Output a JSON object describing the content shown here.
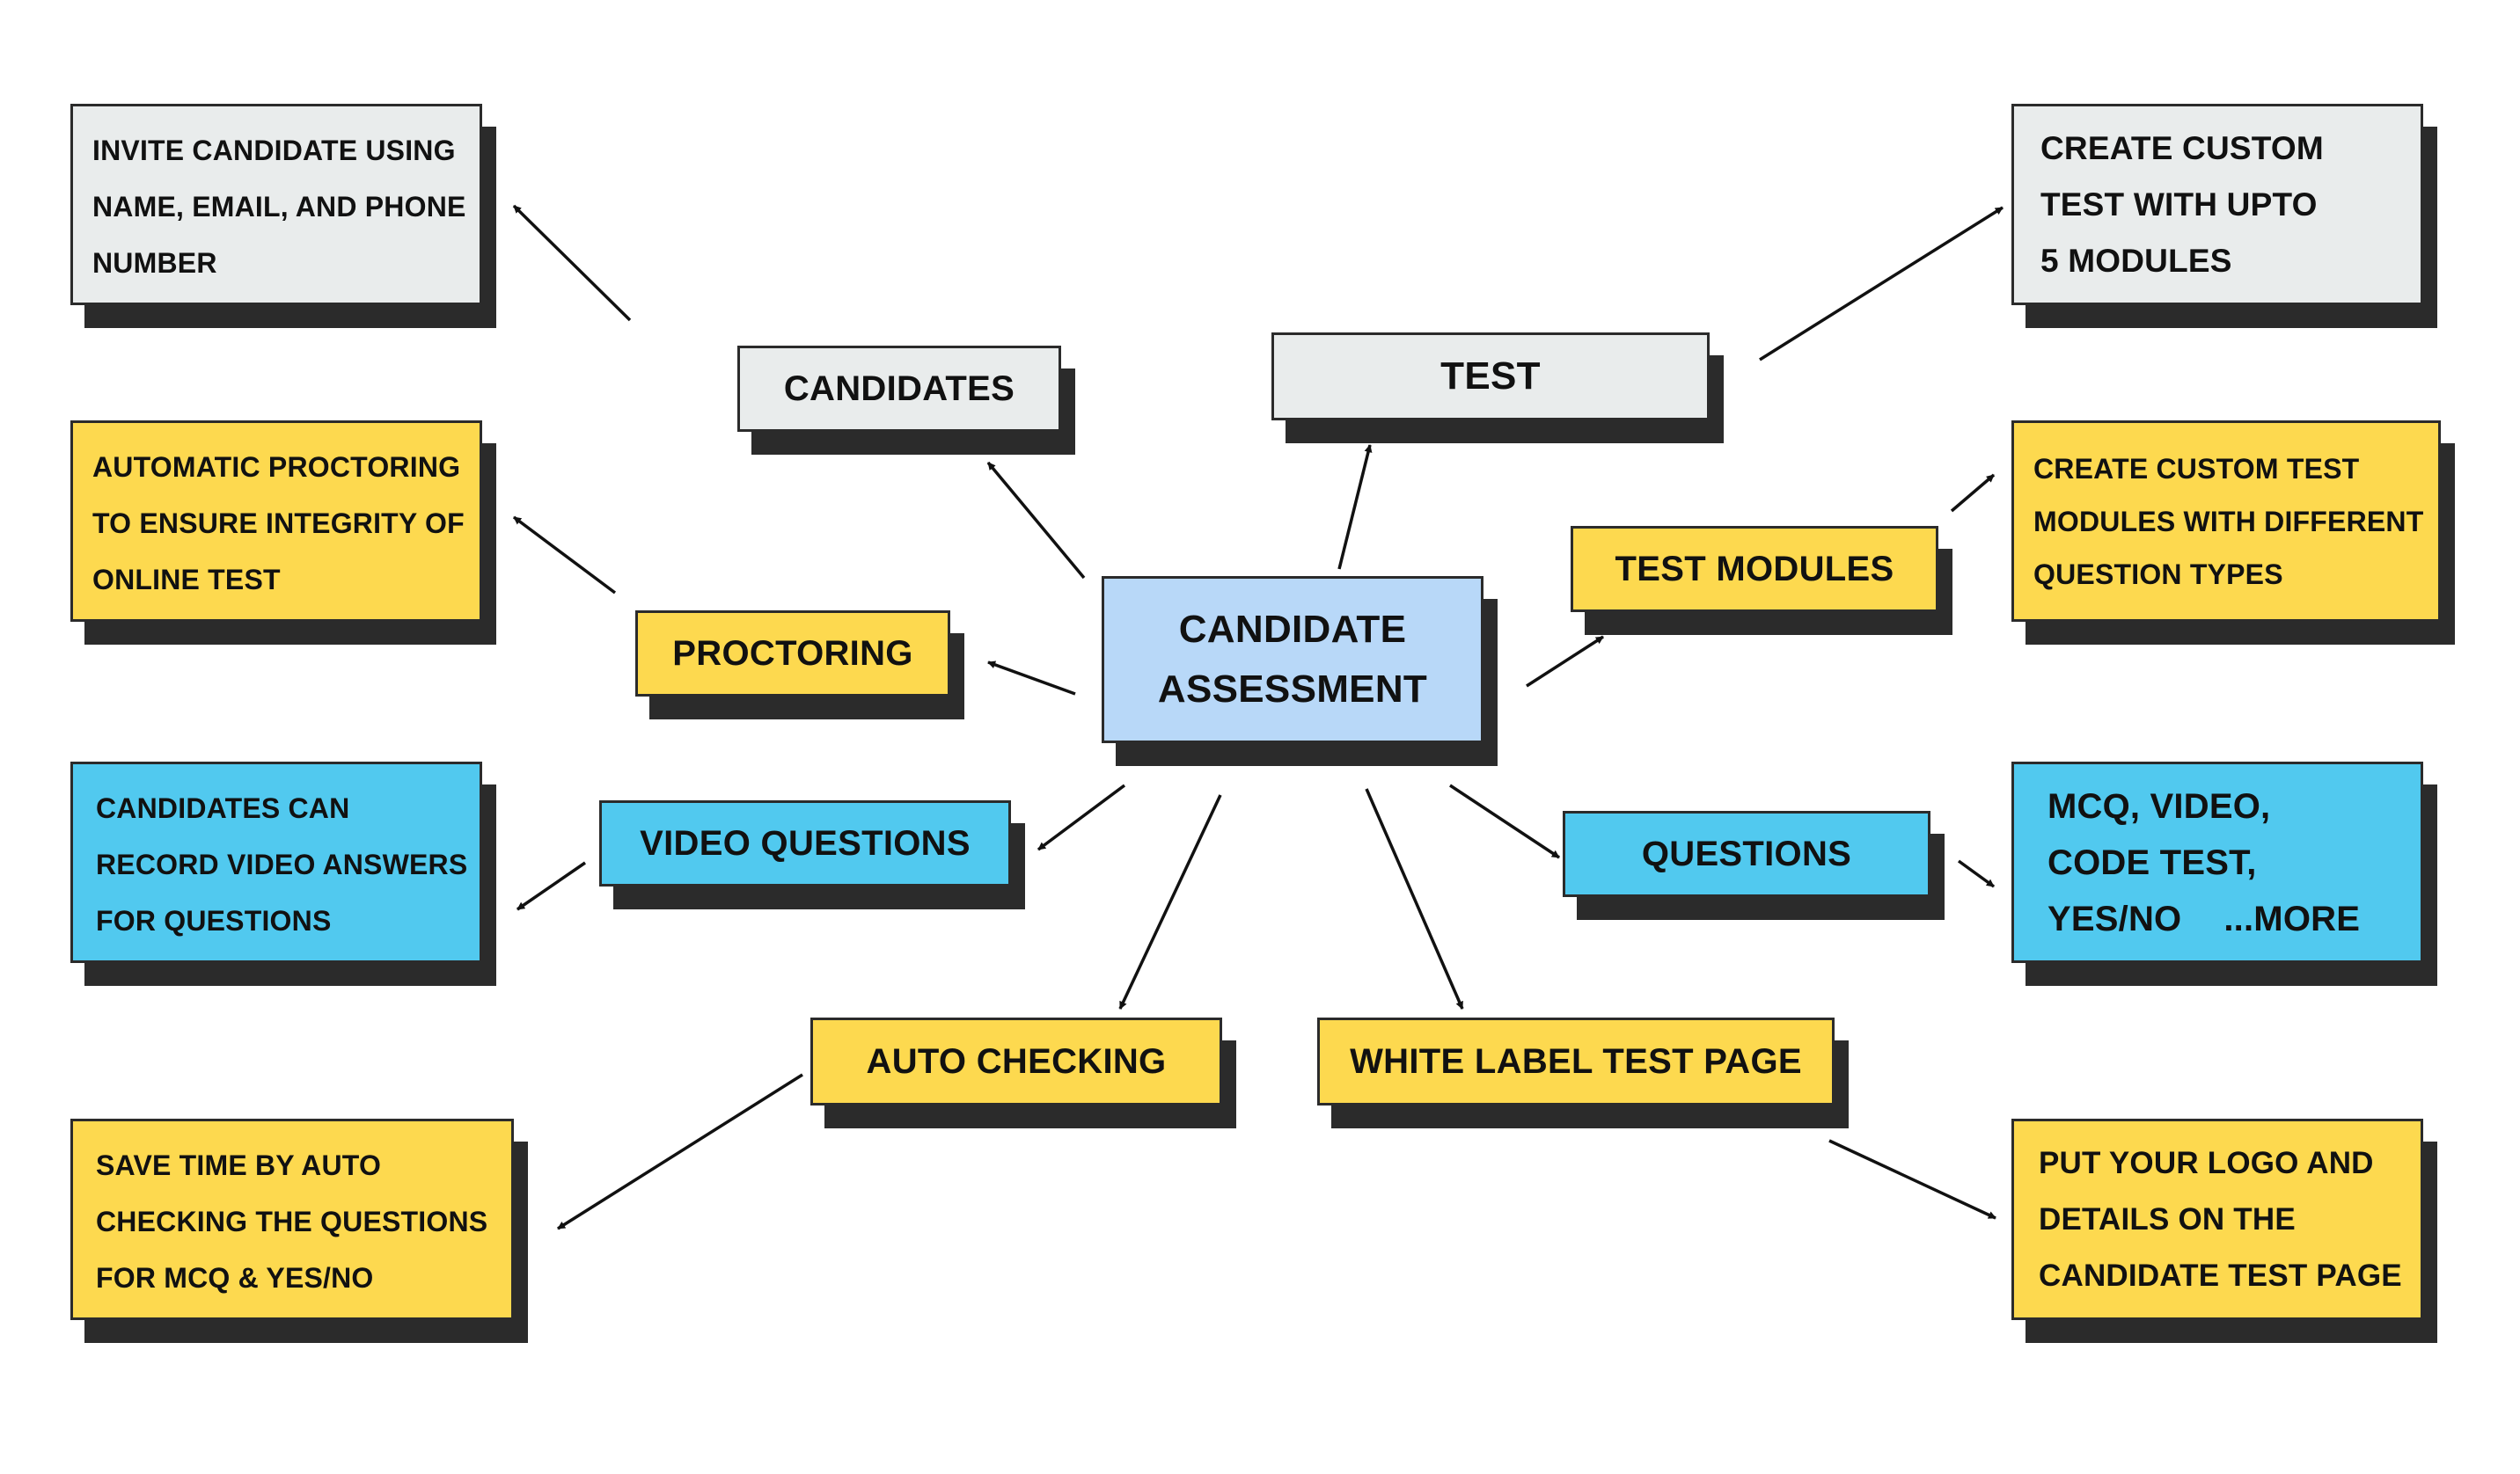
{
  "center": {
    "line1": "CANDIDATE",
    "line2": "ASSESSMENT"
  },
  "nodes": {
    "candidates": "CANDIDATES",
    "test": "TEST",
    "test_modules": "TEST MODULES",
    "proctoring": "PROCTORING",
    "video_questions": "VIDEO QUESTIONS",
    "questions": "QUESTIONS",
    "auto_checking": "AUTO CHECKING",
    "white_label": "WHITE LABEL TEST PAGE"
  },
  "descriptions": {
    "candidates": [
      "INVITE CANDIDATE USING",
      "NAME, EMAIL, AND PHONE",
      "NUMBER"
    ],
    "test": [
      "CREATE CUSTOM",
      "TEST WITH UPTO",
      "5 MODULES"
    ],
    "proctoring": [
      "AUTOMATIC PROCTORING",
      "TO ENSURE INTEGRITY OF",
      "ONLINE TEST"
    ],
    "test_modules": [
      "CREATE CUSTOM TEST",
      "MODULES WITH DIFFERENT",
      "QUESTION TYPES"
    ],
    "video_questions": [
      "CANDIDATES CAN",
      "RECORD VIDEO ANSWERS",
      "FOR QUESTIONS"
    ],
    "questions": [
      "MCQ, VIDEO,",
      "CODE TEST,",
      "YES/NO",
      "...MORE"
    ],
    "auto_checking": [
      "SAVE TIME BY AUTO",
      "CHECKING THE QUESTIONS",
      "FOR MCQ & YES/NO"
    ],
    "white_label": [
      "PUT YOUR LOGO AND",
      "DETAILS ON THE",
      "CANDIDATE TEST PAGE"
    ]
  },
  "colors": {
    "grey": "#e9ecec",
    "yellow": "#fdd94f",
    "blue": "#51c9ef",
    "center": "#b8d8f8",
    "border": "#2b2b2b",
    "shadow": "#2b2b2b"
  }
}
